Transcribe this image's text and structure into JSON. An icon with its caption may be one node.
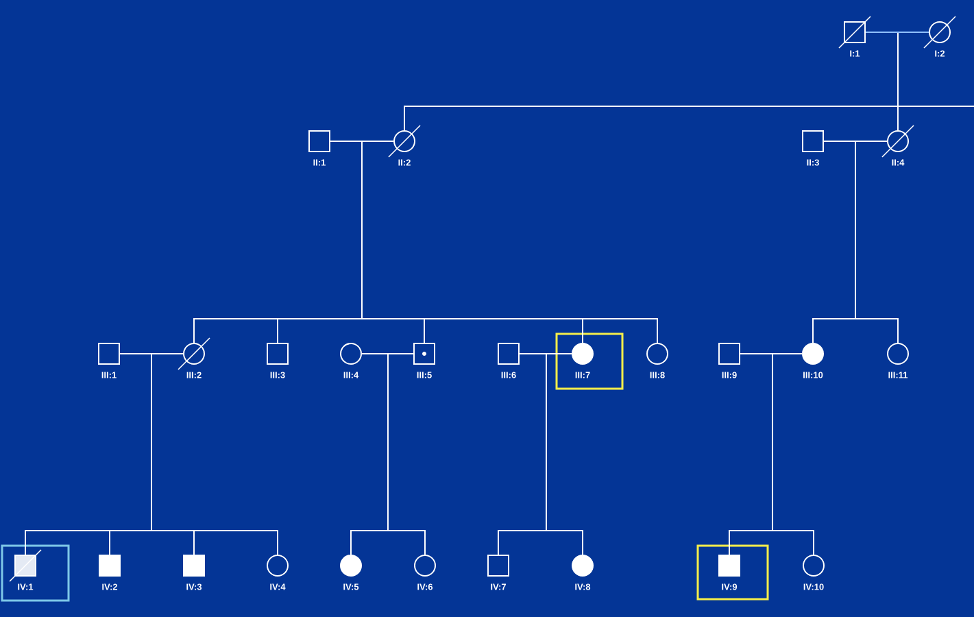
{
  "diagram": {
    "nodes": [
      {
        "text": [
          "I:1"
        ]
      },
      {
        "text": [
          "I:2"
        ]
      },
      {
        "text": [
          "II:1"
        ]
      },
      {
        "text": [
          "II:2"
        ]
      },
      {
        "text": [
          "II:3"
        ]
      },
      {
        "text": [
          "II:4"
        ]
      },
      {
        "text": [
          "III:1"
        ]
      },
      {
        "text": [
          "III:2"
        ]
      },
      {
        "text": [
          "III:3"
        ]
      },
      {
        "text": [
          "III:4"
        ]
      },
      {
        "text": [
          "III:5"
        ]
      },
      {
        "text": [
          "III:6"
        ]
      },
      {
        "text": [
          "III:7"
        ]
      },
      {
        "text": [
          "III:8"
        ]
      },
      {
        "text": [
          "III:9"
        ]
      },
      {
        "text": [
          "III:10"
        ]
      },
      {
        "text": [
          "III:11"
        ]
      },
      {
        "text": [
          "IV:1"
        ]
      },
      {
        "text": [
          "IV:2"
        ]
      },
      {
        "text": [
          "IV:3"
        ]
      },
      {
        "text": [
          "IV:4"
        ]
      },
      {
        "text": [
          "IV:5"
        ]
      },
      {
        "text": [
          "IV:6"
        ]
      },
      {
        "text": [
          "IV:7"
        ]
      },
      {
        "text": [
          "IV:8"
        ]
      },
      {
        "text": [
          "IV:9"
        ]
      },
      {
        "text": [
          "IV:10"
        ]
      }
    ],
    "edges": [
      {
        "from": 0,
        "to": 1,
        "arrow": "none",
        "color": "#8fc0ff"
      },
      {
        "from": 2,
        "to": 3,
        "arrow": "none"
      },
      {
        "from": 4,
        "to": 5,
        "arrow": "none"
      },
      {
        "from": 6,
        "to": 7,
        "arrow": "none"
      },
      {
        "from": 9,
        "to": 10,
        "arrow": "none"
      },
      {
        "from": 11,
        "to": 12,
        "arrow": "none"
      },
      {
        "from": 14,
        "to": 15,
        "arrow": "none"
      },
      {
        "from": 0,
        "to": 3,
        "arrow": "none"
      },
      {
        "from": 0,
        "to": 5,
        "arrow": "none"
      },
      {
        "from": 0,
        "to": null,
        "arrow": "none"
      },
      {
        "from": 2,
        "to": 7,
        "arrow": "none"
      },
      {
        "from": 2,
        "to": 8,
        "arrow": "none"
      },
      {
        "from": 2,
        "to": 10,
        "arrow": "none"
      },
      {
        "from": 2,
        "to": 12,
        "arrow": "none"
      },
      {
        "from": 2,
        "to": 13,
        "arrow": "none"
      },
      {
        "from": 4,
        "to": 15,
        "arrow": "none"
      },
      {
        "from": 4,
        "to": 16,
        "arrow": "none"
      },
      {
        "from": 6,
        "to": 17,
        "arrow": "none"
      },
      {
        "from": 6,
        "to": 18,
        "arrow": "none"
      },
      {
        "from": 6,
        "to": 19,
        "arrow": "none"
      },
      {
        "from": 6,
        "to": 20,
        "arrow": "none"
      },
      {
        "from": 9,
        "to": 21,
        "arrow": "none"
      },
      {
        "from": 9,
        "to": 22,
        "arrow": "none"
      },
      {
        "from": 11,
        "to": 23,
        "arrow": "none"
      },
      {
        "from": 11,
        "to": 24,
        "arrow": "none"
      },
      {
        "from": 14,
        "to": 25,
        "arrow": "none"
      },
      {
        "from": 14,
        "to": 26,
        "arrow": "none"
      }
    ]
  }
}
